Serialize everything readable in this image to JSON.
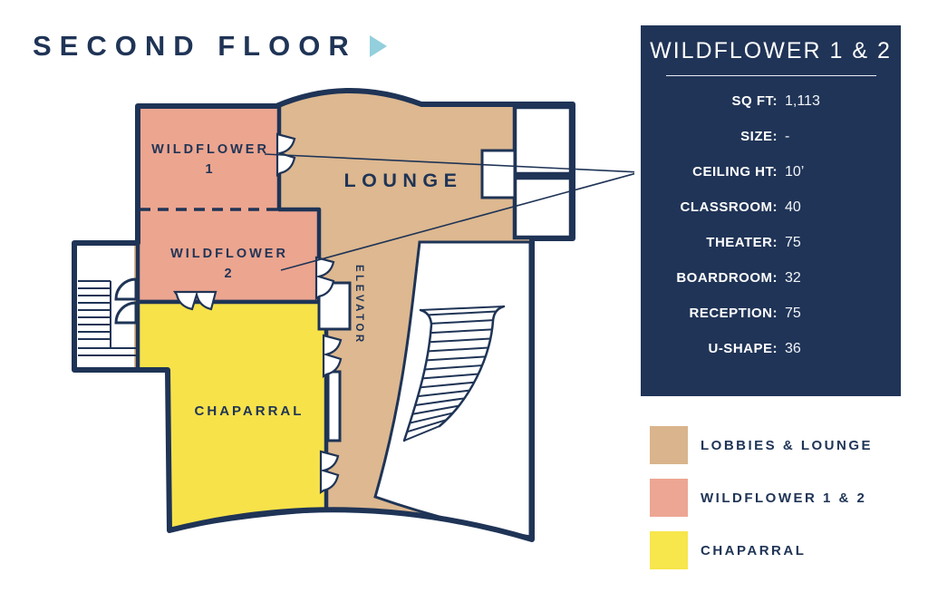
{
  "page": {
    "title": "SECOND FLOOR",
    "accent_color": "#93cfdc",
    "navy": "#203457"
  },
  "floor_plan": {
    "rooms": {
      "wildflower1": {
        "line1": "WILDFLOWER",
        "line2": "1"
      },
      "wildflower2": {
        "line1": "WILDFLOWER",
        "line2": "2"
      },
      "lounge": {
        "label": "LOUNGE"
      },
      "chaparral": {
        "label": "CHAPARRAL"
      },
      "elevator": {
        "label": "ELEVATOR"
      }
    },
    "colors": {
      "lounge": "#ddb890",
      "wildflower": "#eca58f",
      "chaparral": "#f7e24a",
      "outline": "#1f3456"
    }
  },
  "detail_panel": {
    "title": "WILDFLOWER 1 & 2",
    "rows": [
      {
        "label": "SQ FT:",
        "value": "1,113"
      },
      {
        "label": "SIZE:",
        "value": "-"
      },
      {
        "label": "CEILING HT:",
        "value": "10’"
      },
      {
        "label": "CLASSROOM:",
        "value": "40"
      },
      {
        "label": "THEATER:",
        "value": "75"
      },
      {
        "label": "BOARDROOM:",
        "value": "32"
      },
      {
        "label": "RECEPTION:",
        "value": "75"
      },
      {
        "label": "U-SHAPE:",
        "value": "36"
      }
    ]
  },
  "legend": {
    "items": [
      {
        "label": "LOBBIES & LOUNGE",
        "color": "#d9b48c"
      },
      {
        "label": "WILDFLOWER 1 & 2",
        "color": "#eda693"
      },
      {
        "label": "CHAPARRAL",
        "color": "#f7e64c"
      }
    ]
  }
}
